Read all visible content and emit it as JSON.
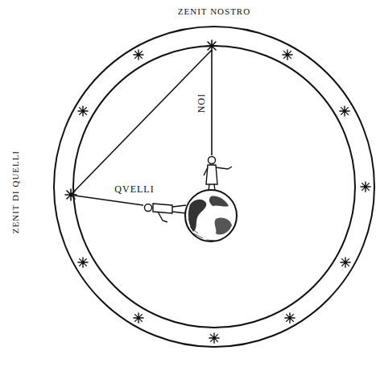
{
  "diagram": {
    "labels": [
      "ZENIT NOSTRO",
      "ZENIT DI QUELLI",
      "NOI",
      "QVELLI"
    ]
  }
}
